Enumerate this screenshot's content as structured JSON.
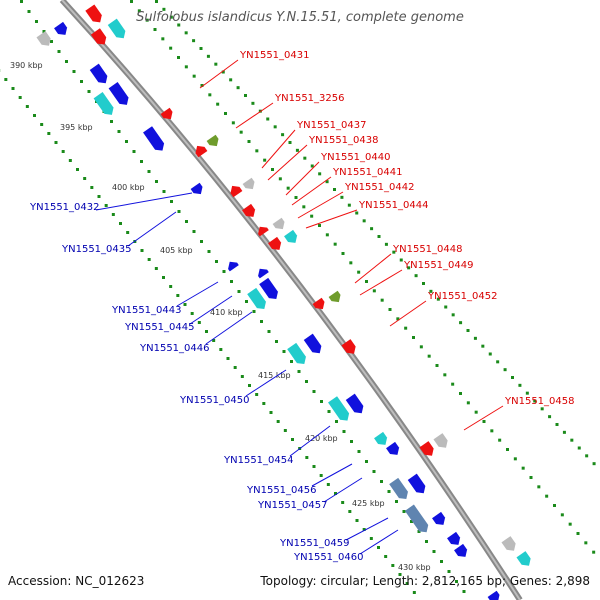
{
  "title": "Sulfolobus islandicus Y.N.15.51, complete genome",
  "footer": {
    "accession": "Accession: NC_012623",
    "info": "Topology: circular; Length: 2,812,165 bp; Genes: 2,898"
  },
  "tick_labels": [
    "390 kbp",
    "395 kbp",
    "400 kbp",
    "405 kbp",
    "410 kbp",
    "415 kbp",
    "420 kbp",
    "425 kbp",
    "430 kbp"
  ],
  "forward_gene_labels": [
    "YN1551_0431",
    "YN1551_3256",
    "YN1551_0437",
    "YN1551_0438",
    "YN1551_0440",
    "YN1551_0441",
    "YN1551_0442",
    "YN1551_0444",
    "YN1551_0448",
    "YN1551_0449",
    "YN1551_0452",
    "YN1551_0458"
  ],
  "reverse_gene_labels": [
    "YN1551_0432",
    "YN1551_0435",
    "YN1551_0443",
    "YN1551_0445",
    "YN1551_0446",
    "YN1551_0450",
    "YN1551_0454",
    "YN1551_0456",
    "YN1551_0457",
    "YN1551_0459",
    "YN1551_0460"
  ],
  "colors": {
    "backbone": "#888888",
    "tick_dots": "#1a8a1a",
    "fwd_gene": "#ee1111",
    "rev_gene": "#1111dd",
    "cyan": "#22cccc",
    "gray": "#bbbbbb",
    "olive": "#6f9c2c",
    "slate": "#5f84b0",
    "fwd_label": "#d80000",
    "rev_label": "#0000b0"
  }
}
